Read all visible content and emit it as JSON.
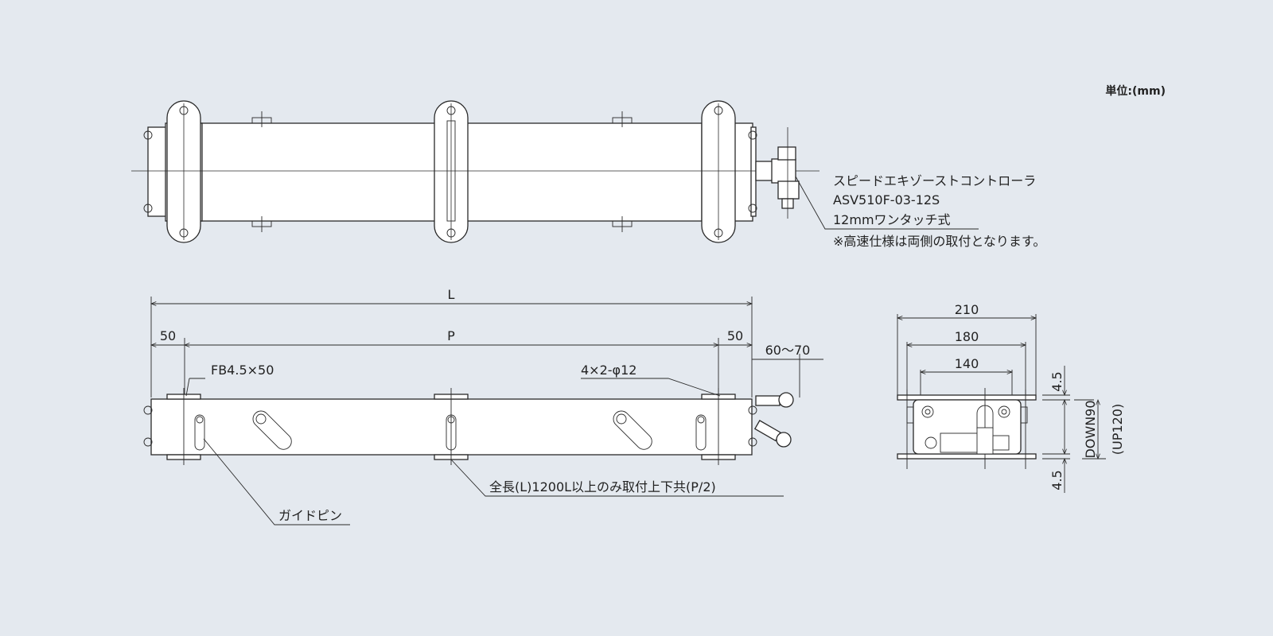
{
  "unit_label": "単位:(mm)",
  "top_view": {
    "controller_callout": [
      "スピードエキゾーストコントローラ",
      "ASV510F-03-12S",
      "12mmワンタッチ式"
    ],
    "note": "※高速仕様は両側の取付となります。"
  },
  "side_view": {
    "dim_L": "L",
    "dim_P": "P",
    "dim_left_50": "50",
    "dim_right_50": "50",
    "dim_60_70": "60～70",
    "flat_bar": "FB4.5×50",
    "holes": "4×2-φ12",
    "mount_note": "全長(L)1200L以上のみ取付上下共(P/2)",
    "guide_pin": "ガイドピン"
  },
  "end_view": {
    "dim_210": "210",
    "dim_180": "180",
    "dim_140": "140",
    "dim_top_45": "4.5",
    "dim_bottom_45": "4.5",
    "dim_down": "DOWN90",
    "dim_up": "(UP120)"
  }
}
